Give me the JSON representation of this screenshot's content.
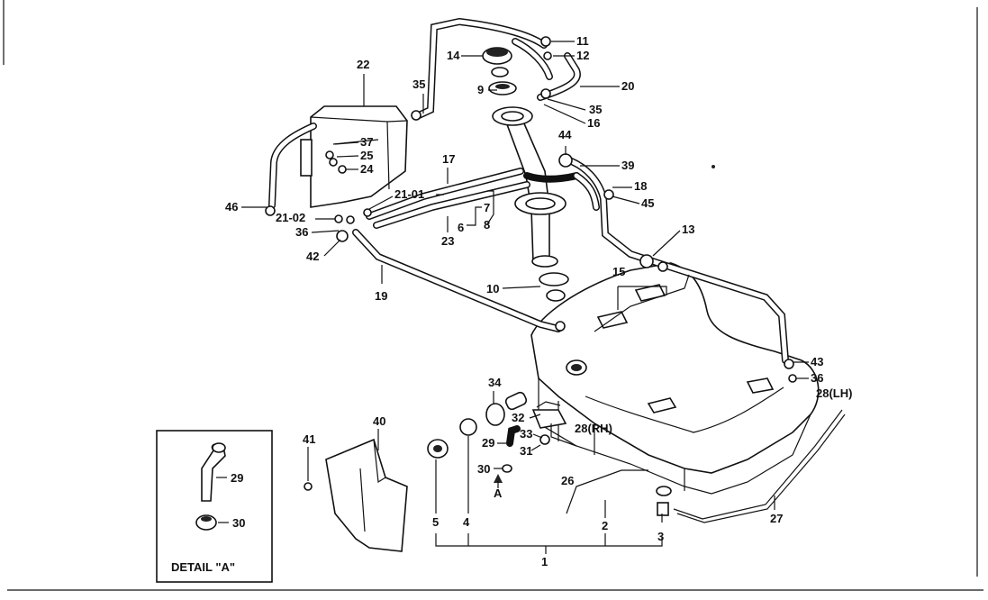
{
  "diagram": {
    "callouts": {
      "p1": "1",
      "p2": "2",
      "p3": "3",
      "p4": "4",
      "p5": "5",
      "p6": "6",
      "p7": "7",
      "p8": "8",
      "p9": "9",
      "p10": "10",
      "p11": "11",
      "p12": "12",
      "p13": "13",
      "p14": "14",
      "p15": "15",
      "p16": "16",
      "p17": "17",
      "p18": "18",
      "p19": "19",
      "p20": "20",
      "p21_01": "21-01",
      "p21_02": "21-02",
      "p22": "22",
      "p23": "23",
      "p24": "24",
      "p25": "25",
      "p26": "26",
      "p27": "27",
      "p28rh": "28(RH)",
      "p28lh": "28(LH)",
      "p29": "29",
      "p30": "30",
      "p31": "31",
      "p32": "32",
      "p33": "33",
      "p34": "34",
      "p35a": "35",
      "p35b": "35",
      "p36a": "36",
      "p36b": "36",
      "p37": "37",
      "p39": "39",
      "p40": "40",
      "p41": "41",
      "p42": "42",
      "p43": "43",
      "p44": "44",
      "p45": "45",
      "p46": "46",
      "arrowA": "A"
    },
    "detail": {
      "title": "DETAIL \"A\"",
      "p29": "29",
      "p30": "30"
    }
  }
}
